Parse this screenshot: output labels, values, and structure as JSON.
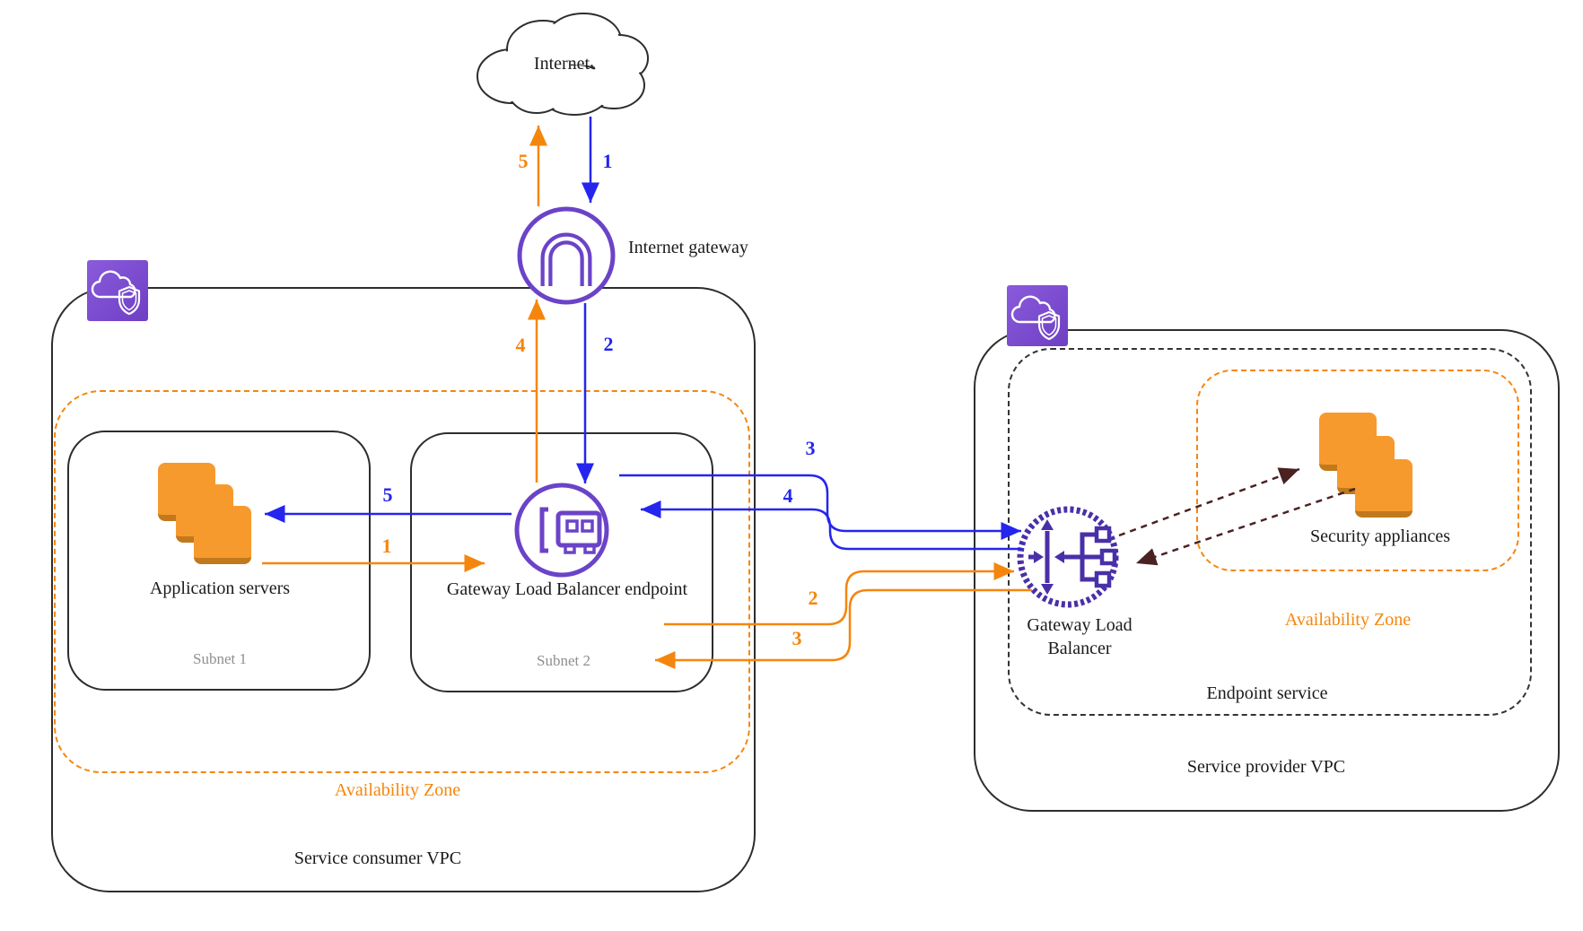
{
  "diagram": {
    "internet_label": "Internet",
    "internet_gateway_label": "Internet gateway",
    "consumer": {
      "vpc_label": "Service consumer VPC",
      "az_label": "Availability Zone",
      "subnet1_label": "Subnet 1",
      "app_servers_label": "Application servers",
      "subnet2_label": "Subnet 2",
      "gwlbe_label": "Gateway Load Balancer endpoint"
    },
    "provider": {
      "vpc_label": "Service provider VPC",
      "endpoint_service_label": "Endpoint service",
      "az_label": "Availability Zone",
      "gwlb_label": "Gateway Load Balancer",
      "security_appliances_label": "Security appliances"
    },
    "flow_labels": [
      {
        "text": "1",
        "color": "blue",
        "role": "internet-to-igw"
      },
      {
        "text": "5",
        "color": "orange",
        "role": "igw-to-internet"
      },
      {
        "text": "2",
        "color": "blue",
        "role": "igw-to-gwlbe"
      },
      {
        "text": "4",
        "color": "orange",
        "role": "gwlbe-to-igw"
      },
      {
        "text": "5",
        "color": "blue",
        "role": "gwlbe-to-app-servers"
      },
      {
        "text": "1",
        "color": "orange",
        "role": "app-servers-to-gwlbe"
      },
      {
        "text": "3",
        "color": "blue",
        "role": "gwlbe-to-gwlb"
      },
      {
        "text": "4",
        "color": "blue",
        "role": "gwlb-to-gwlbe"
      },
      {
        "text": "2",
        "color": "orange",
        "role": "gwlbe-to-gwlb"
      },
      {
        "text": "3",
        "color": "orange",
        "role": "gwlb-to-gwlbe"
      }
    ],
    "colors": {
      "flow_blue": "#2525EE",
      "flow_orange": "#F5860D",
      "aws_purple": "#6B43C8",
      "gwlb_purple": "#4930A8",
      "appliance_orange": "#F79A2D",
      "appliance_shadow": "#C1791C",
      "inspection_maroon": "#4A2222",
      "border_dark": "#2D2D2D",
      "subnet_label_gray": "#8F8F8F"
    }
  }
}
